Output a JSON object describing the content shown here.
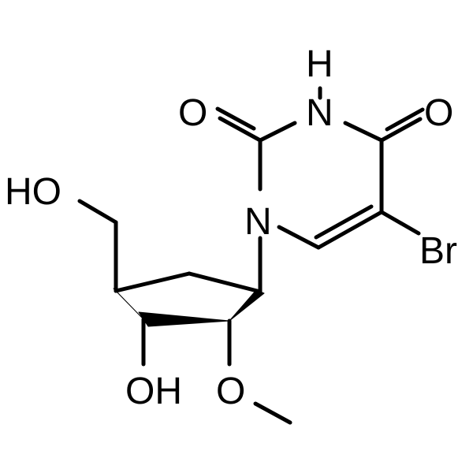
{
  "molecule": {
    "atoms": {
      "o_c2": "O",
      "n3h": "H",
      "n3": "N",
      "o_c4": "O",
      "n1": "N",
      "br": "Br",
      "o5": "HO",
      "o3": "OH",
      "o2": "O"
    }
  }
}
